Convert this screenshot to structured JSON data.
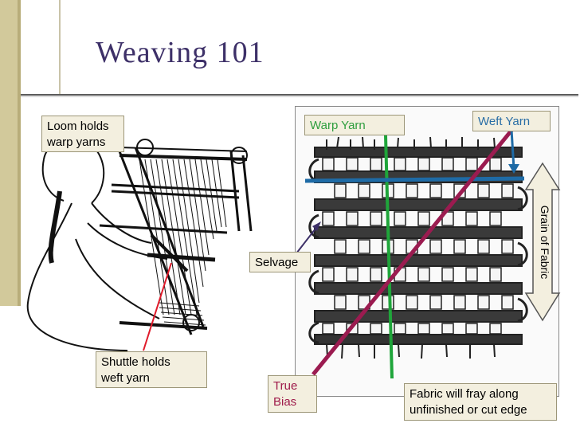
{
  "title": "Weaving 101",
  "labels": {
    "loom": "Loom holds\nwarp yarns",
    "shuttle": "Shuttle holds\nweft yarn",
    "warp": "Warp Yarn",
    "weft": "Weft Yarn",
    "selvage": "Selvage",
    "bias": "True\nBias",
    "grain": "Grain of Fabric",
    "fray": "Fabric will fray along\nunfinished or cut edge"
  },
  "colors": {
    "title": "#3d3068",
    "warp_label": "#2e9e3e",
    "weft_label": "#2a6ea6",
    "bias_label": "#9e1a4a",
    "warp_line": "#1fa53a",
    "weft_line": "#1e6ba6",
    "bias_line": "#9b1b50",
    "pointer": "#e01a2a",
    "callout_bg": "#f3efdf"
  }
}
